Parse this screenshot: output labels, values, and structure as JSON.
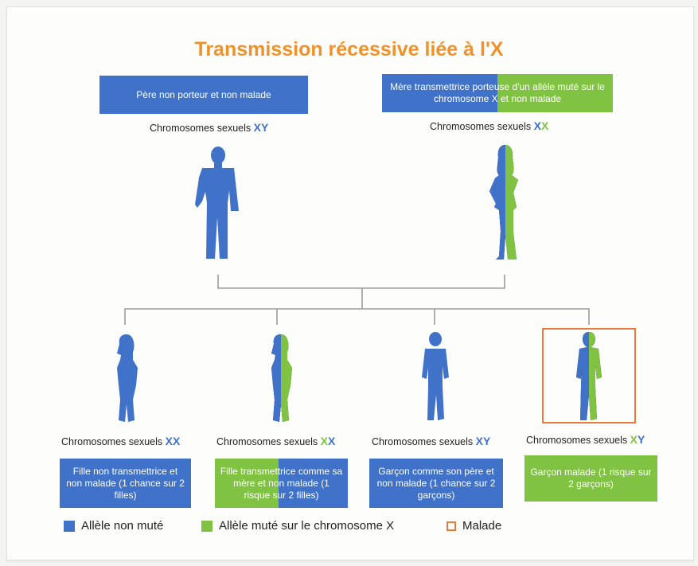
{
  "title": "Transmission récessive liée à l'X",
  "father": {
    "label": "Père non porteur et non malade",
    "chromo_prefix": "Chromosomes sexuels",
    "chromo_1": "X",
    "chromo_2": "Y"
  },
  "mother": {
    "label": "Mère transmettrice porteuse d'un allèle muté sur le chromosome X et non malade",
    "chromo_prefix": "Chromosomes sexuels",
    "chromo_1": "X",
    "chromo_2": "X"
  },
  "children": [
    {
      "chromo_prefix": "Chromosomes sexuels",
      "chromo_1": "X",
      "chromo_2": "X",
      "label": "Fille non transmettrice et non malade (1 chance sur 2 filles)"
    },
    {
      "chromo_prefix": "Chromosomes sexuels",
      "chromo_1": "X",
      "chromo_2": "X",
      "label": "Fille transmettrice comme sa mère et non malade (1 risque sur 2 filles)"
    },
    {
      "chromo_prefix": "Chromosomes sexuels",
      "chromo_1": "X",
      "chromo_2": "Y",
      "label": "Garçon comme son père et non malade (1 chance sur 2 garçons)"
    },
    {
      "chromo_prefix": "Chromosomes sexuels",
      "chromo_1": "X",
      "chromo_2": "Y",
      "label": "Garçon malade (1 risque sur 2 garçons)"
    }
  ],
  "legend": {
    "non_mutated": "Allèle non muté",
    "mutated": "Allèle muté sur le chromosome X",
    "ill": "Malade"
  },
  "colors": {
    "non_mutated_allele": "#3f72c8",
    "mutated_allele": "#80c342",
    "ill": "#e87c3c",
    "title": "#f0922a"
  }
}
